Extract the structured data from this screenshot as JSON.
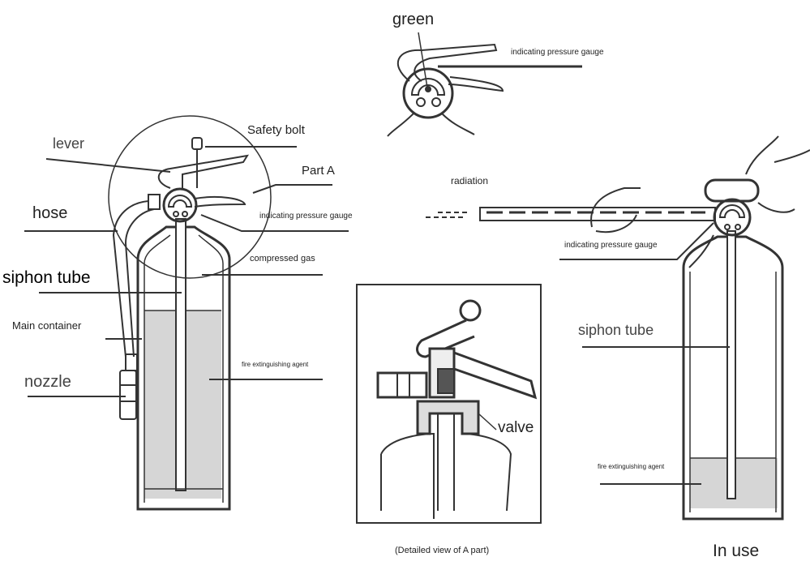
{
  "top_view": {
    "green": "green",
    "gauge": "indicating pressure gauge"
  },
  "main_diagram": {
    "lever": "lever",
    "safety_bolt": "Safety bolt",
    "part_a": "Part A",
    "hose": "hose",
    "gauge": "indicating pressure gauge",
    "compressed_gas": "compressed gas",
    "siphon_tube": "siphon tube",
    "main_container": "Main container",
    "agent": "fire extinguishing agent",
    "nozzle": "nozzle"
  },
  "in_use": {
    "radiation": "radiation",
    "gauge": "indicating pressure gauge",
    "siphon_tube": "siphon tube",
    "agent": "fire extinguishing agent",
    "caption": "In use"
  },
  "detail": {
    "valve": "valve",
    "caption": "(Detailed view of A part)"
  },
  "colors": {
    "line": "#333333",
    "agent_fill": "#d6d6d6"
  }
}
